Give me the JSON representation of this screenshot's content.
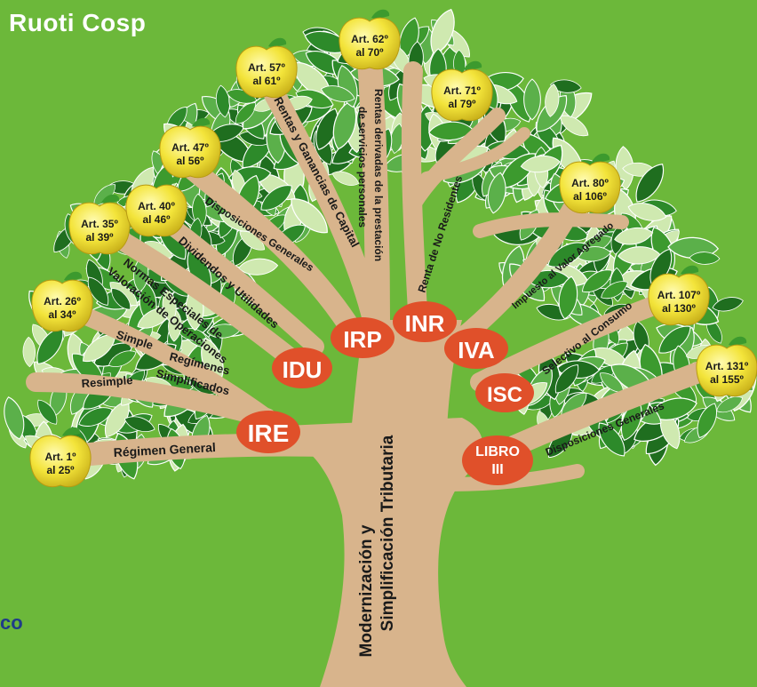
{
  "title": "Ruoti Cosp",
  "trunk_label": [
    "Modernización y",
    "Simplificación Tributaria"
  ],
  "taxes": {
    "ire": "IRE",
    "idu": "IDU",
    "irp": "IRP",
    "inr": "INR",
    "iva": "IVA",
    "isc": "ISC",
    "libro": [
      "LIBRO",
      "III"
    ]
  },
  "branches": {
    "regimen_general": "Régimen General",
    "resimple": "Resimple",
    "regimenes_simplificados": [
      "Regímenes",
      "Simplificados"
    ],
    "simple": "Simple",
    "normas_especiales": [
      "Normas Especiales de",
      "Valoración de Operaciones"
    ],
    "dividendos": "Dividendos y Utilidades",
    "disposiciones_ire": "Disposiciones Generales",
    "rentas_capital": "Rentas y Ganancias de Capital",
    "rentas_servicios": [
      "Rentas derivadas de la prestación",
      "de servicios personales"
    ],
    "renta_no_residentes": "Renta de No Residentes",
    "impuesto_valor_agregado": "Impuesto al Valor Agregado",
    "selectivo_consumo": "Selectivo al Consumo",
    "disposiciones_libro": "Disposiciones Generales"
  },
  "apples": [
    {
      "id": "art-1-25",
      "line1": "Art. 1º",
      "line2": "al 25º"
    },
    {
      "id": "art-26-34",
      "line1": "Art. 26º",
      "line2": "al 34º"
    },
    {
      "id": "art-35-39",
      "line1": "Art. 35º",
      "line2": "al 39º"
    },
    {
      "id": "art-40-46",
      "line1": "Art. 40º",
      "line2": "al 46º"
    },
    {
      "id": "art-47-56",
      "line1": "Art. 47º",
      "line2": "al 56º"
    },
    {
      "id": "art-57-61",
      "line1": "Art. 57º",
      "line2": "al 61º"
    },
    {
      "id": "art-62-70",
      "line1": "Art. 62º",
      "line2": "al 70º"
    },
    {
      "id": "art-71-79",
      "line1": "Art. 71º",
      "line2": "al 79º"
    },
    {
      "id": "art-80-106",
      "line1": "Art. 80º",
      "line2": "al 106º"
    },
    {
      "id": "art-107-130",
      "line1": "Art. 107º",
      "line2": "al 130º"
    },
    {
      "id": "art-131-155",
      "line1": "Art. 131º",
      "line2": "al 155º"
    }
  ],
  "corner_text": "co",
  "colors": {
    "background": "#6cb83a",
    "trunk": "#d8b48c",
    "leaf_dark": "#1f6e1f",
    "leaf_mid": "#3c9a2e",
    "leaf_light": "#cfe9b0",
    "apple": "#f3e43a",
    "oval": "#e0502a",
    "brand_blue": "#1f3c88"
  }
}
